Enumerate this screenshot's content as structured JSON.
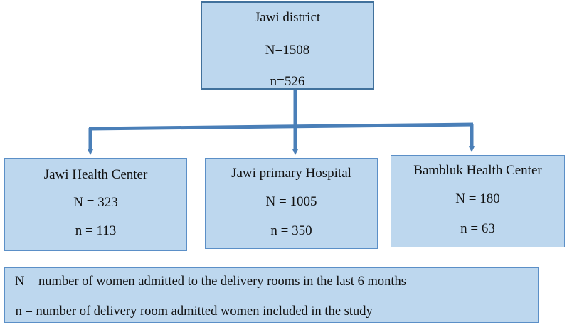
{
  "root": {
    "title": "Jawi district",
    "N": "N=1508",
    "n": "n=526"
  },
  "children": [
    {
      "title": "Jawi Health Center",
      "N": "N = 323",
      "n": "n = 113"
    },
    {
      "title": "Jawi primary Hospital",
      "N": "N = 1005",
      "n": "n = 350"
    },
    {
      "title": "Bambluk Health Center",
      "N": "N = 180",
      "n": "n = 63"
    }
  ],
  "legend": {
    "line1": "N = number of women admitted to the delivery rooms in the last 6 months",
    "line2": " n = number of delivery room admitted women included in the study"
  },
  "colors": {
    "box_fill": "#bdd7ee",
    "box_border": "#5b8fc7",
    "connector": "#5b8fc7"
  }
}
